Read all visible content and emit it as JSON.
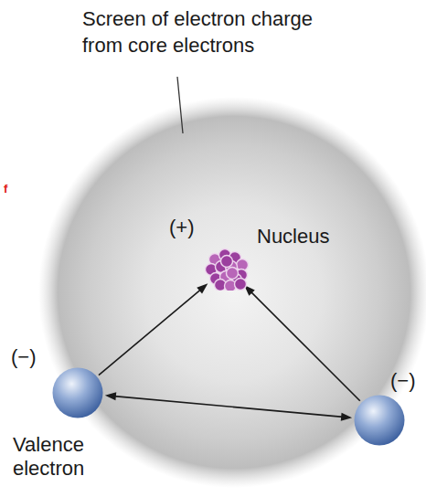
{
  "diagram": {
    "nodes": [
      {
        "text": [
          "(+)",
          "Nucleus"
        ]
      },
      {
        "text": [
          "(−)",
          "Valence electron"
        ]
      },
      {
        "text": [
          "(−)"
        ]
      }
    ],
    "edges": [
      {
        "from": 1,
        "to": 0,
        "arrow": "to"
      },
      {
        "from": 2,
        "to": 0,
        "arrow": "to"
      },
      {
        "from": 1,
        "to": 2,
        "arrow": "both"
      }
    ],
    "labels": [
      "Screen of electron charge from core electrons",
      "f"
    ]
  }
}
